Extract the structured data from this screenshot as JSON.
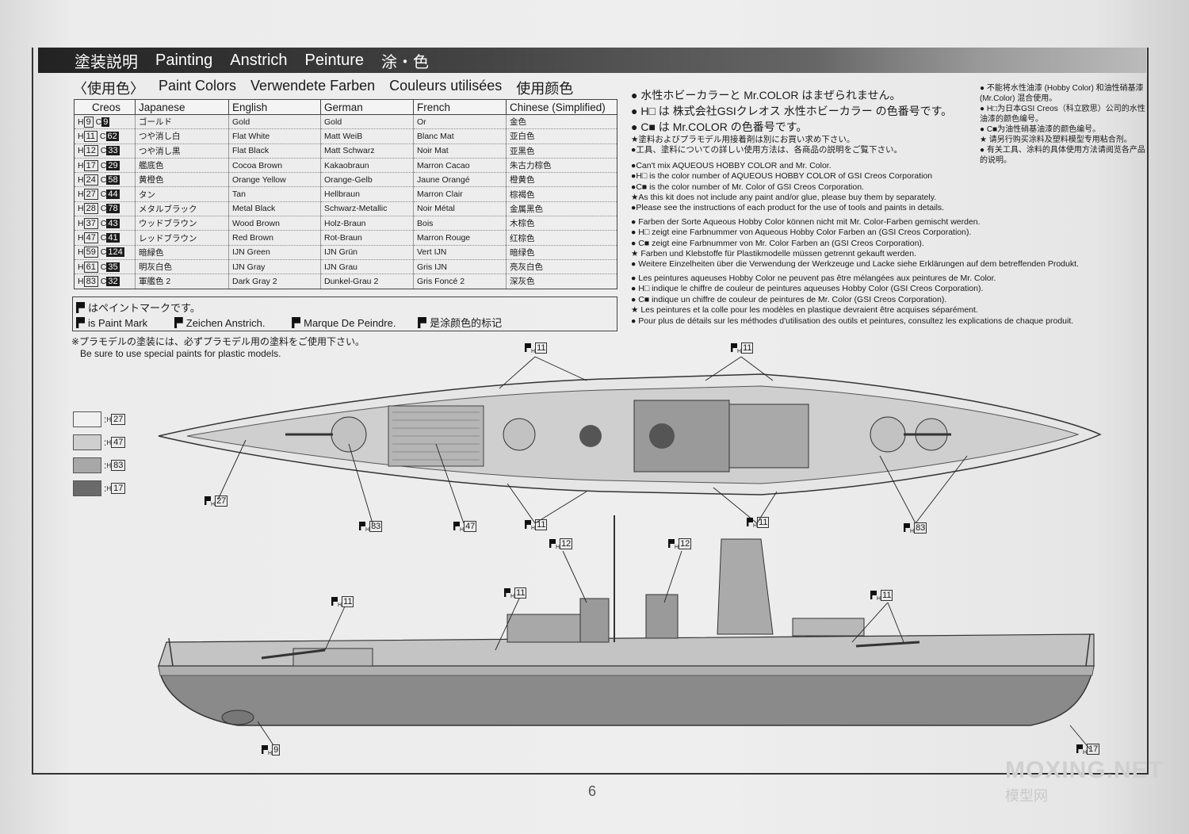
{
  "header": {
    "items": [
      "塗装説明",
      "Painting",
      "Anstrich",
      "Peinture",
      "涂・色"
    ]
  },
  "subheader": {
    "items": [
      "〈使用色〉",
      "Paint Colors",
      "Verwendete Farben",
      "Couleurs utilisées",
      "使用颜色"
    ]
  },
  "table": {
    "columns": [
      "Creos",
      "Japanese",
      "English",
      "German",
      "French",
      "Chinese (Simplified)"
    ],
    "rows": [
      {
        "h": "9",
        "c": "9",
        "ja": "ゴールド",
        "en": "Gold",
        "de": "Gold",
        "fr": "Or",
        "zh": "金色"
      },
      {
        "h": "11",
        "c": "62",
        "ja": "つや消し白",
        "en": "Flat White",
        "de": "Matt WeiB",
        "fr": "Blanc Mat",
        "zh": "亚白色"
      },
      {
        "h": "12",
        "c": "33",
        "ja": "つや消し黒",
        "en": "Flat Black",
        "de": "Matt Schwarz",
        "fr": "Noir Mat",
        "zh": "亚黑色"
      },
      {
        "h": "17",
        "c": "29",
        "ja": "艦底色",
        "en": "Cocoa Brown",
        "de": "Kakaobraun",
        "fr": "Marron Cacao",
        "zh": "朱古力棕色"
      },
      {
        "h": "24",
        "c": "58",
        "ja": "黄橙色",
        "en": "Orange Yellow",
        "de": "Orange-Gelb",
        "fr": "Jaune Orangé",
        "zh": "橙黄色"
      },
      {
        "h": "27",
        "c": "44",
        "ja": "タン",
        "en": "Tan",
        "de": "Hellbraun",
        "fr": "Marron Clair",
        "zh": "棕褐色"
      },
      {
        "h": "28",
        "c": "78",
        "ja": "メタルブラック",
        "en": "Metal Black",
        "de": "Schwarz-Metallic",
        "fr": "Noir Métal",
        "zh": "金属黑色"
      },
      {
        "h": "37",
        "c": "43",
        "ja": "ウッドブラウン",
        "en": "Wood Brown",
        "de": "Holz-Braun",
        "fr": "Bois",
        "zh": "木棕色"
      },
      {
        "h": "47",
        "c": "41",
        "ja": "レッドブラウン",
        "en": "Red Brown",
        "de": "Rot-Braun",
        "fr": "Marron Rouge",
        "zh": "红棕色"
      },
      {
        "h": "59",
        "c": "124",
        "ja": "暗緑色",
        "en": "IJN Green",
        "de": "IJN Grün",
        "fr": "Vert IJN",
        "zh": "暗绿色"
      },
      {
        "h": "61",
        "c": "35",
        "ja": "明灰白色",
        "en": "IJN Gray",
        "de": "IJN Grau",
        "fr": "Gris IJN",
        "zh": "亮灰白色"
      },
      {
        "h": "83",
        "c": "32",
        "ja": "軍艦色 2",
        "en": "Dark Gray 2",
        "de": "Dunkel-Grau 2",
        "fr": "Gris Foncé 2",
        "zh": "深灰色"
      }
    ]
  },
  "paint_mark": {
    "line1": "はペイントマークです。",
    "items": [
      "is Paint Mark",
      "Zeichen Anstrich.",
      "Marque De Peindre.",
      "是涂颜色的标记"
    ]
  },
  "plastic_note": {
    "ja": "※プラモデルの塗装には、必ずプラモデル用の塗料をご使用下さい。",
    "en": "Be sure to use special paints for plastic models."
  },
  "notes_ja": [
    "● 水性ホビーカラーと Mr.COLOR はまぜられません。",
    "● H□ は 株式会社GSIクレオス 水性ホビーカラー の色番号です。",
    "● C■ は Mr.COLOR の色番号です。"
  ],
  "notes_ja_small": [
    "★塗料およびプラモデル用接着剤は別にお買い求め下さい。",
    "●工具、塗料についての詳しい使用方法は、各商品の説明をご覧下さい。"
  ],
  "notes_en": [
    "●Can't mix AQUEOUS HOBBY COLOR and Mr. Color.",
    "●H□ is the color number of AQUEOUS HOBBY COLOR of GSI Creos Corporation",
    "●C■ is the color number of Mr. Color of GSI Creos Corporation.",
    "★As this kit does not include any paint and/or glue, please buy them by separately.",
    "●Please see the instructions of each product for the use of tools and paints in details."
  ],
  "notes_de": [
    "● Farben der Sorte Aqueous Hobby Color können nicht mit Mr. Color-Farben gemischt werden.",
    "● H□ zeigt eine Farbnummer von Aqueous Hobby Color Farben an (GSI Creos Corporation).",
    "● C■ zeigt eine Farbnummer von Mr. Color Farben an (GSI Creos Corporation).",
    "★ Farben und Klebstoffe für Plastikmodelle müssen getrennt gekauft werden.",
    "● Weitere Einzelheiten über die Verwendung der Werkzeuge und Lacke siehe Erklärungen auf dem betreffenden Produkt."
  ],
  "notes_fr": [
    "● Les peintures aqueuses Hobby Color ne peuvent pas être mélangées aux peintures de Mr. Color.",
    "● H□ indique le chiffre de couleur de peintures aqueuses Hobby Color (GSI Creos Corporation).",
    "● C■ indique un chiffre de couleur de peintures de Mr. Color (GSI Creos Corporation).",
    "★ Les peintures et la colle pour les modèles en plastique devraient être acquises séparément.",
    "● Pour plus de détails sur les méthodes d'utilisation des outils et peintures, consultez les explications de chaque produit."
  ],
  "notes_zh": [
    "● 不能将水性油漆 (Hobby Color) 和油性硝基漆 (Mr.Color) 混合使用。",
    "● H□为日本GSI Creos（科立欧思）公司的水性油漆的颜色编号。",
    "● C■为油性硝基油漆的颜色编号。",
    "★ 请另行购买涂料及塑料模型专用粘合剂。",
    "● 有关工具、涂料的具体使用方法请阅览各产品的说明。"
  ],
  "legend": [
    "27",
    "47",
    "83",
    "17"
  ],
  "callouts": [
    "11",
    "11",
    "27",
    "83",
    "47",
    "11",
    "11",
    "83",
    "12",
    "12",
    "11",
    "11",
    "11",
    "9",
    "17"
  ],
  "page_number": "6",
  "watermark": {
    "line1": "MOXING.NET",
    "line2": "模型网"
  },
  "colors": {
    "header_dark": "#222222",
    "deck_tan": "#e8e8e8",
    "hull_gray": "#9a9a9a",
    "red_brown": "#bdbdbd",
    "hull_lower": "#6e6e6e"
  }
}
